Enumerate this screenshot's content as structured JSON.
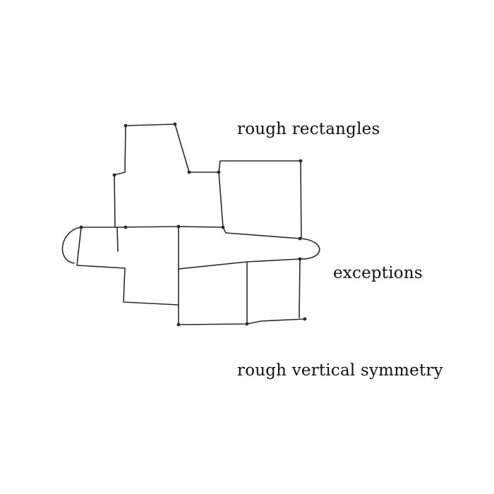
{
  "annotations": {
    "rough_rectangles": "rough rectangles",
    "exceptions": "exceptions",
    "rough_vertical_symmetry": "rough vertical symmetry"
  },
  "colors": {
    "ink": "#2a2a2a",
    "background": "#ffffff"
  }
}
